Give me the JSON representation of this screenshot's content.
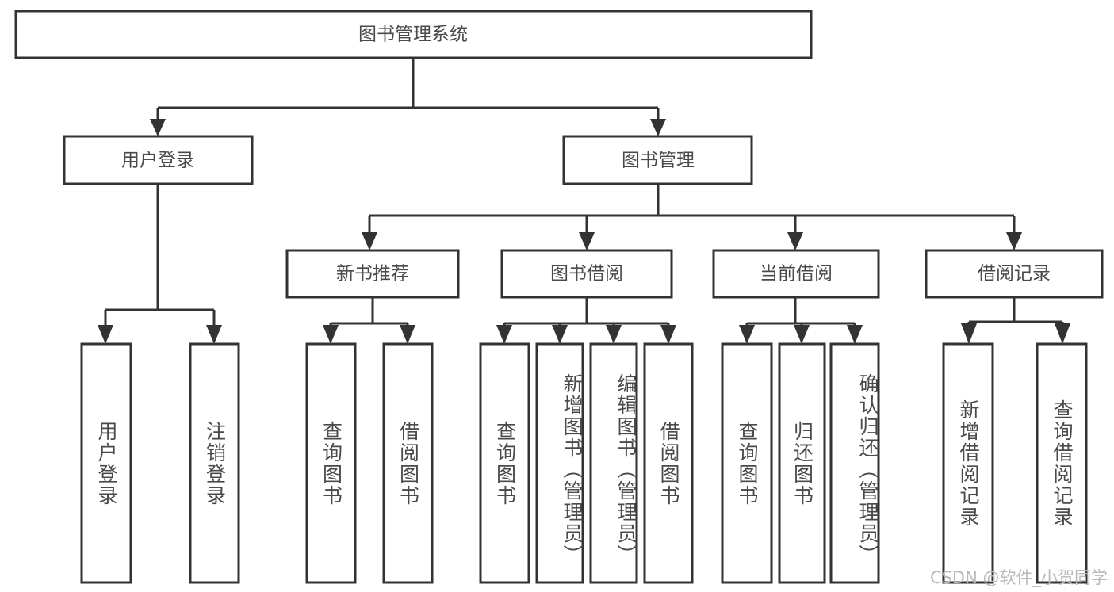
{
  "diagram": {
    "type": "tree",
    "title": "图书管理系统",
    "watermark": "CSDN @软件_小贺同学",
    "colors": {
      "box_stroke": "#333333",
      "box_fill": "#ffffff",
      "text": "#4a4a4a",
      "background": "#ffffff",
      "watermark": "#b9b9b9"
    },
    "root": {
      "label": "图书管理系统"
    },
    "level2": [
      {
        "label": "用户登录"
      },
      {
        "label": "图书管理"
      }
    ],
    "level3": [
      {
        "label": "新书推荐"
      },
      {
        "label": "图书借阅"
      },
      {
        "label": "当前借阅"
      },
      {
        "label": "借阅记录"
      }
    ],
    "leaves": {
      "user_login": [
        {
          "label": "用户登录"
        },
        {
          "label": "注销登录"
        }
      ],
      "new_book_recommend": [
        {
          "label": "查询图书"
        },
        {
          "label": "借阅图书"
        }
      ],
      "book_borrow": [
        {
          "label": "查询图书"
        },
        {
          "label": "新增图书（管理员）"
        },
        {
          "label": "编辑图书（管理员）"
        },
        {
          "label": "借阅图书"
        }
      ],
      "current_borrow": [
        {
          "label": "查询图书"
        },
        {
          "label": "归还图书"
        },
        {
          "label": "确认归还（管理员）"
        }
      ],
      "borrow_record": [
        {
          "label": "新增借阅记录"
        },
        {
          "label": "查询借阅记录"
        }
      ]
    }
  }
}
